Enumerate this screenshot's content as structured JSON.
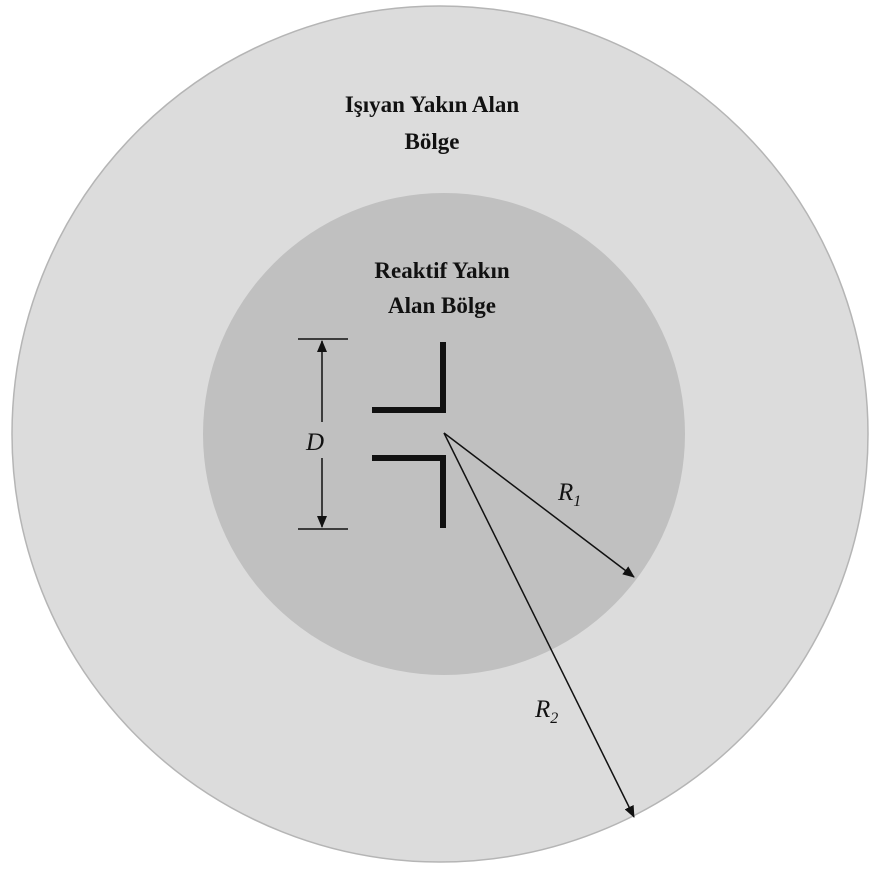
{
  "diagram": {
    "outer_region": {
      "label_line1": "Işıyan Yakın Alan",
      "label_line2": "Bölge",
      "fill": "#dcdcdc",
      "stroke": "#b5b5b5"
    },
    "inner_region": {
      "label_line1": "Reaktif  Yakın",
      "label_line2": "Alan Bölge",
      "fill": "#c0c0c0"
    },
    "antenna_size": {
      "label": "D"
    },
    "radius_inner": {
      "label_main": "R",
      "label_sub": "1"
    },
    "radius_outer": {
      "label_main": "R",
      "label_sub": "2"
    },
    "line_color": "#111111"
  }
}
